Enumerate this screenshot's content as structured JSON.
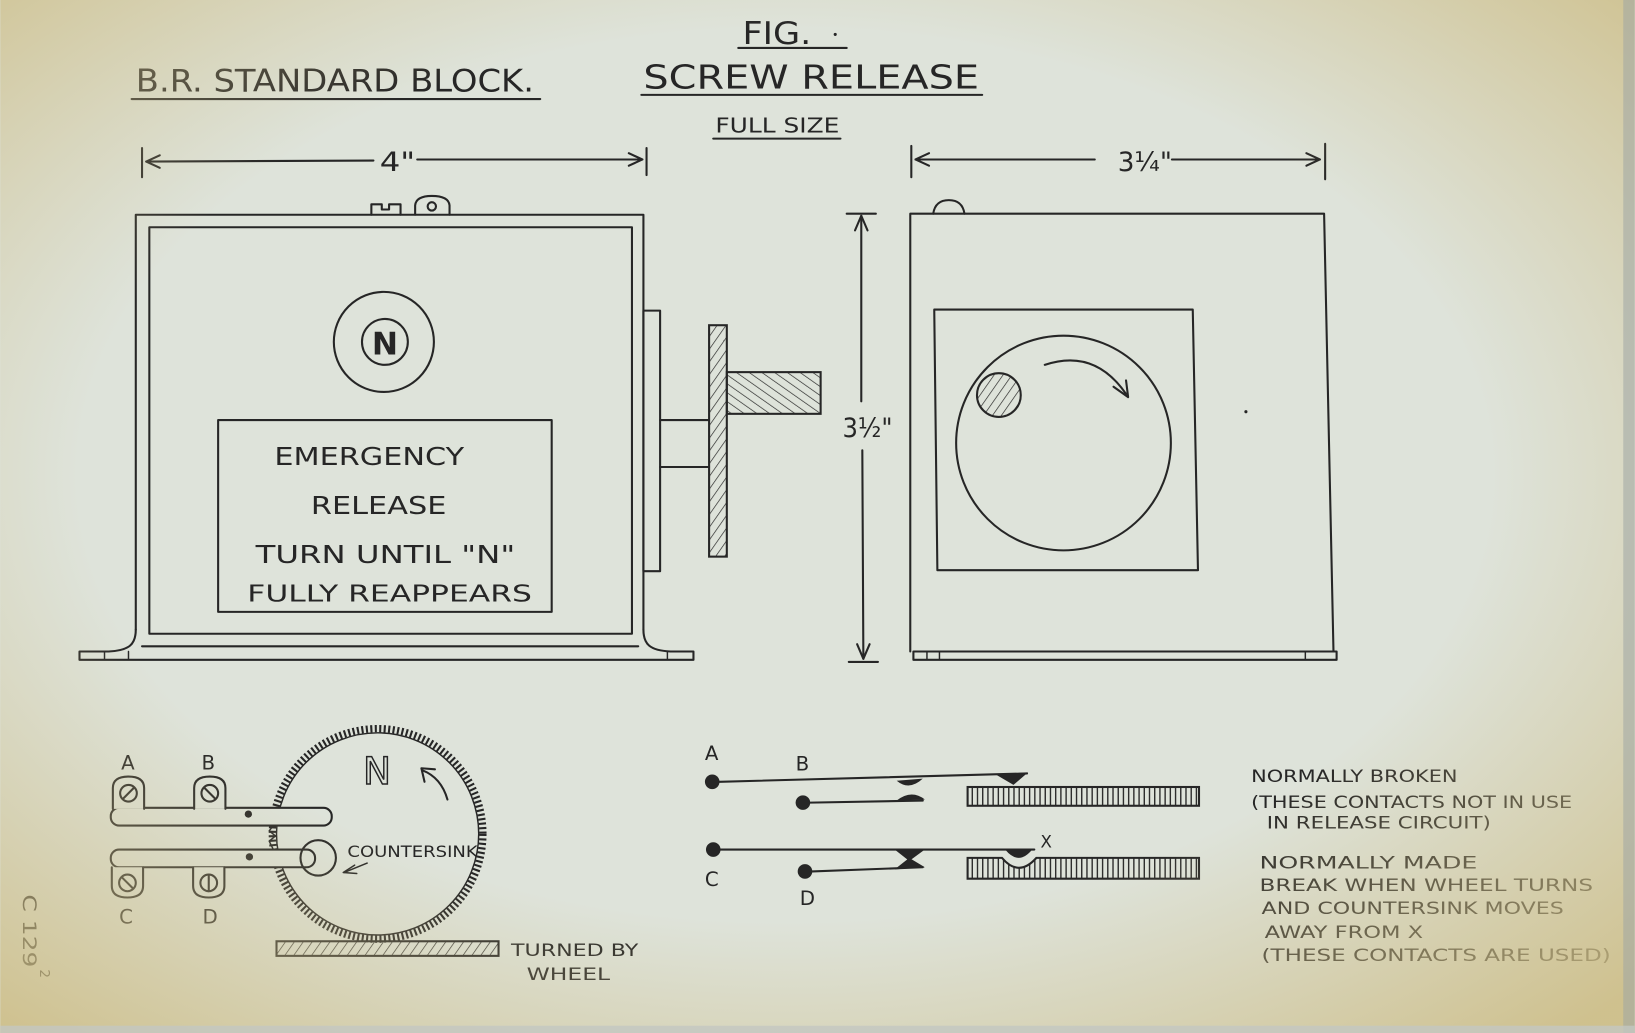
{
  "header": {
    "fig_label": "FIG.",
    "block_title": "B.R. STANDARD BLOCK.",
    "release_title": "SCREW RELEASE",
    "scale_note": "FULL SIZE"
  },
  "dimensions": {
    "front_width": "4\"",
    "side_width": "3¼\"",
    "height": "3½\""
  },
  "front_view": {
    "indicator_letter": "N",
    "plate_lines": [
      "EMERGENCY",
      "RELEASE",
      "TURN UNTIL \"N\"",
      "FULLY REAPPEARS"
    ]
  },
  "contact_assembly": {
    "terminal_labels": [
      "A",
      "B",
      "C",
      "D"
    ],
    "wheel_letter": "N",
    "countersink_label": "COUNTERSINK",
    "rack_note": [
      "TURNED BY",
      "WHEEL"
    ]
  },
  "contact_diagram": {
    "terminal_labels": [
      "A",
      "B",
      "C",
      "D"
    ],
    "reference_point": "X",
    "upper_pair_note": [
      "NORMALLY BROKEN",
      "(THESE CONTACTS NOT IN USE",
      "IN RELEASE CIRCUIT)"
    ],
    "lower_pair_note": [
      "NORMALLY MADE",
      "BREAK WHEN WHEEL TURNS",
      "AND COUNTERSINK MOVES",
      "AWAY FROM X",
      "(THESE CONTACTS ARE USED)"
    ]
  },
  "margin_reference": {
    "code": "C 129",
    "superscript": "2"
  },
  "colors": {
    "paper": "#dee3da",
    "ink": "#262626",
    "aged_edge": "#cdbd86"
  }
}
